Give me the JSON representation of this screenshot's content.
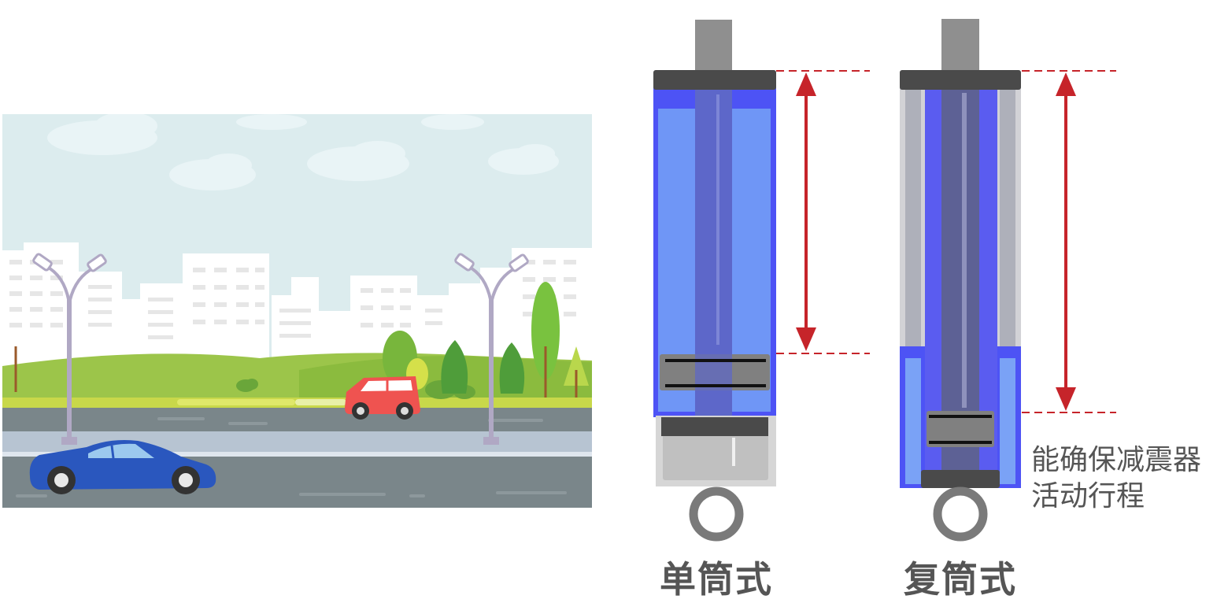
{
  "labels": {
    "mono_tube": "单筒式",
    "twin_tube": "复筒式",
    "note_line1": "能确保减震器",
    "note_line2": "活动行程"
  },
  "colors": {
    "sky": "#dcecee",
    "grass": "#9cc54a",
    "road": "#7a868a",
    "oil_blue": "#6f96f6",
    "tube_blue": "#4d53f5",
    "rod_gray": "#8f8f8f",
    "cap_dark": "#4a4a4a",
    "arrow_red": "#c6242a",
    "car_blue": "#2a57be",
    "car_red": "#ef5350"
  },
  "icons": [
    "car-icon",
    "street-lamp-icon",
    "tree-icon",
    "building-icon",
    "cloud-icon",
    "mounting-ring-icon"
  ]
}
